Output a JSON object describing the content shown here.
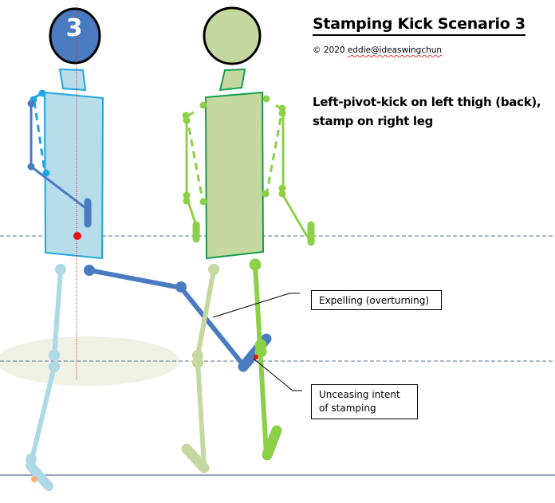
{
  "header": {
    "title": "Stamping Kick Scenario 3",
    "copyright_prefix": "© 2020 ",
    "copyright_email": "eddie@ideaswingchun",
    "subtitle_line1": "Left-pivot-kick on left thigh (back),",
    "subtitle_line2": "stamp on right leg"
  },
  "figures": {
    "attacker": {
      "label": "3",
      "color_dark": "#4a7bc1",
      "color_light": "#add8e6",
      "outline": "#1ea7e1"
    },
    "defender": {
      "color_light": "#c4d8a0",
      "color_bright": "#8cd048",
      "outline": "#10a050"
    }
  },
  "callouts": {
    "expelling": "Expelling (overturning)",
    "stamping_line1": "Unceasing intent",
    "stamping_line2": "of stamping"
  },
  "colors": {
    "reference_line": "#5a7090",
    "center_line": "#d02020",
    "center_of_mass": "#e81010",
    "shadow": "#eef1e4",
    "foot_accent": "#f5b080"
  }
}
